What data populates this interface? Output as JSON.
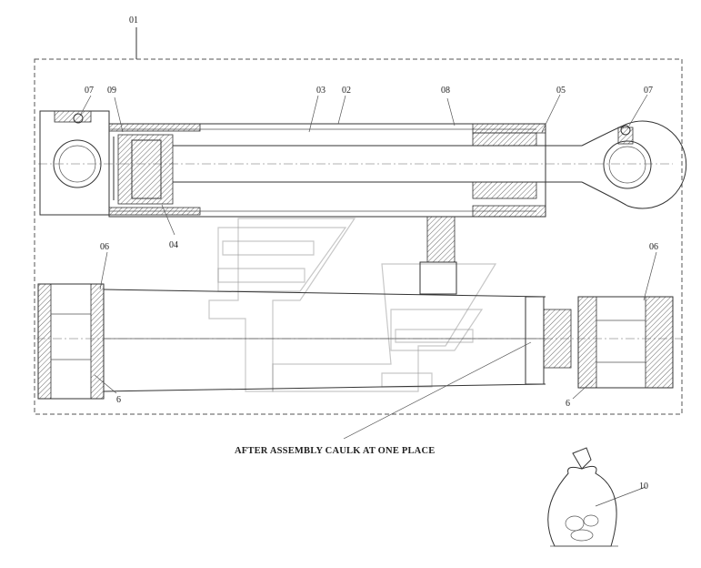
{
  "labels": {
    "assembly": "01",
    "p07_left": "07",
    "p09": "09",
    "p03": "03",
    "p02": "02",
    "p08": "08",
    "p05": "05",
    "p07_right": "07",
    "p04": "04",
    "p06_left": "06",
    "p06_right": "06",
    "p6_left": "6",
    "p6_right": "6",
    "p10": "10"
  },
  "note": "AFTER ASSEMBLY CAULK AT ONE PLACE"
}
